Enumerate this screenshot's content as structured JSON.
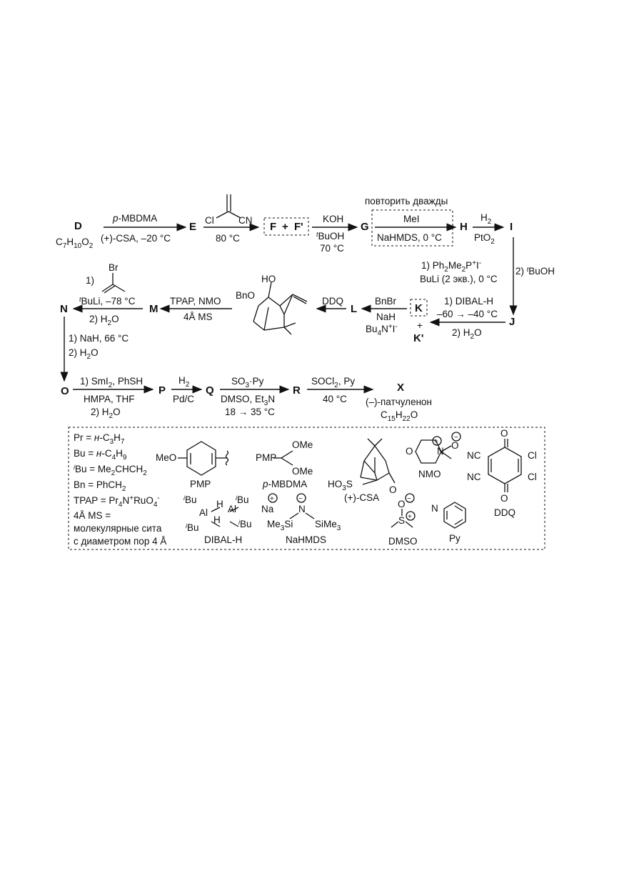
{
  "compounds": {
    "D": "D",
    "D_formula": "C7H10O2",
    "E": "E",
    "F": "F",
    "F_prime": "F'",
    "plus": "+",
    "G": "G",
    "H": "H",
    "I": "I",
    "J": "J",
    "K": "K",
    "K_prime": "K'",
    "L": "L",
    "M": "M",
    "N": "N",
    "O": "O",
    "P": "P",
    "Q": "Q",
    "R": "R",
    "X": "X",
    "X_name": "(–)-патчуленон",
    "X_formula": "C15H22O"
  },
  "conditions": {
    "d_e_top": "p-MBDMA",
    "d_e_bottom": "(+)-CSA, –20 °C",
    "e_f_reagent_cl": "Cl",
    "e_f_reagent_cn": "CN",
    "e_f_bottom": "80 °C",
    "f_g_top": "KOH",
    "f_g_bottom1": "tBuOH",
    "f_g_bottom2": "70 °C",
    "g_h_note": "повторить дважды",
    "g_h_top": "MeI",
    "g_h_bottom": "NaHMDS, 0 °C",
    "h_i_top": "H2",
    "h_i_bottom": "PtO2",
    "i_j_1": "1) Ph2Me2P+I-",
    "i_j_2": "BuLi (2 экв.), 0 °C",
    "i_j_3": "2) tBuOH",
    "j_k_1": "1) DIBAL-H",
    "j_k_2": "–60 → –40 °C",
    "j_k_3": "2) H2O",
    "k_l_1": "BnBr",
    "k_l_2": "NaH",
    "k_l_3": "Bu4N+I-",
    "l_m_top": "DDQ",
    "m_struct_ho": "HO",
    "m_struct_bno": "BnO",
    "m_n_top": "TPAP, NMO",
    "m_n_bottom": "4Å MS",
    "n_step1": "1)",
    "n_br": "Br",
    "n_tbuli": "tBuLi, –78 °C",
    "n_h2o": "2) H2O",
    "n_o_1": "1) NaH, 66 °C",
    "n_o_2": "2) H2O",
    "o_p_top": "1) SmI2, PhSH",
    "o_p_mid": "HMPA, THF",
    "o_p_bottom": "2) H2O",
    "p_q_top": "H2",
    "p_q_bottom": "Pd/C",
    "q_r_top": "SO3·Py",
    "q_r_mid": "DMSO, Et3N",
    "q_r_bottom": "18 → 35 °C",
    "r_x_top": "SOCl2, Py",
    "r_x_bottom": "40 °C"
  },
  "legend": {
    "pr": "Pr = н-C3H7",
    "bu": "Bu = н-C4H9",
    "ibu": "iBu = Me2CHCH2",
    "bn": "Bn = PhCH2",
    "tpap": "TPAP = Pr4N+RuO4-",
    "ms1": "4Å MS =",
    "ms2": "молекулярные сита",
    "ms3": "с диаметром пор 4 Å",
    "pmp": "PMP",
    "meo": "MeO",
    "pmbdma": "p-MBDMA",
    "pmp_short": "PMP",
    "ome1": "OMe",
    "ome2": "OMe",
    "csa": "(+)-CSA",
    "ho3s": "HO3S",
    "o_csa": "O",
    "nmo": "NMO",
    "nmo_o": "O",
    "nmo_n": "N",
    "nmo_o2": "O",
    "ddq": "DDQ",
    "ddq_o1": "O",
    "ddq_o2": "O",
    "ddq_nc1": "NC",
    "ddq_nc2": "NC",
    "ddq_cl1": "Cl",
    "ddq_cl2": "Cl",
    "dibal": "DIBAL-H",
    "dibal_al1": "Al",
    "dibal_al2": "Al",
    "dibal_h1": "H",
    "dibal_h2": "H",
    "dibal_ibu": "iBu",
    "nahmds": "NaHMDS",
    "na": "Na",
    "n": "N",
    "me3si": "Me3Si",
    "sime3": "SiMe3",
    "dmso": "DMSO",
    "dmso_o": "O",
    "dmso_s": "S",
    "py": "Py",
    "py_n": "N"
  }
}
